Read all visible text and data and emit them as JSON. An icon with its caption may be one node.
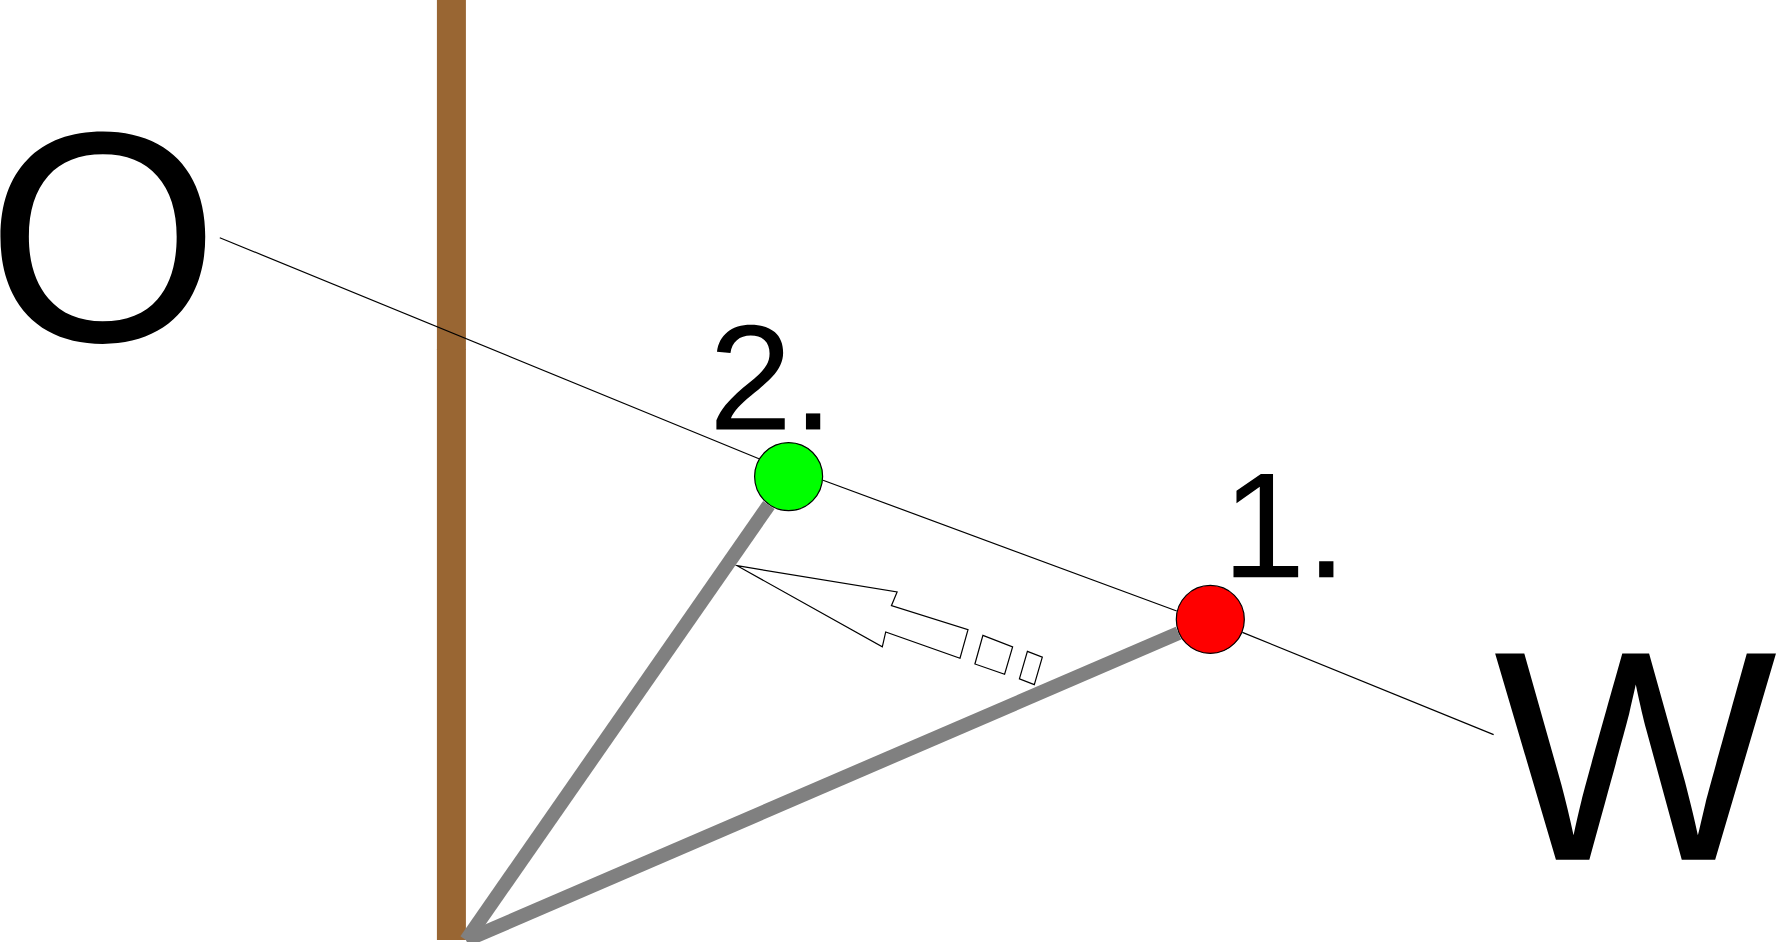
{
  "diagram": {
    "nodes": [
      {
        "text": [
          "O"
        ]
      },
      {
        "text": [],
        "shape": "bar"
      },
      {
        "text": [],
        "shape": "circle",
        "beside": [
          "2."
        ]
      },
      {
        "text": [],
        "shape": "circle",
        "beside": [
          "1."
        ]
      },
      {
        "text": [
          "W"
        ]
      }
    ],
    "edges": [
      {
        "from": 0,
        "to": 2,
        "arrow": "none"
      },
      {
        "from": 2,
        "to": 3,
        "arrow": "none"
      },
      {
        "from": 3,
        "to": 4,
        "arrow": "none"
      },
      {
        "from": 1,
        "to": 2,
        "arrow": "none",
        "style": "thick",
        "color": "#808080"
      },
      {
        "from": 1,
        "to": 3,
        "arrow": "none",
        "style": "thick",
        "color": "#808080"
      }
    ]
  }
}
